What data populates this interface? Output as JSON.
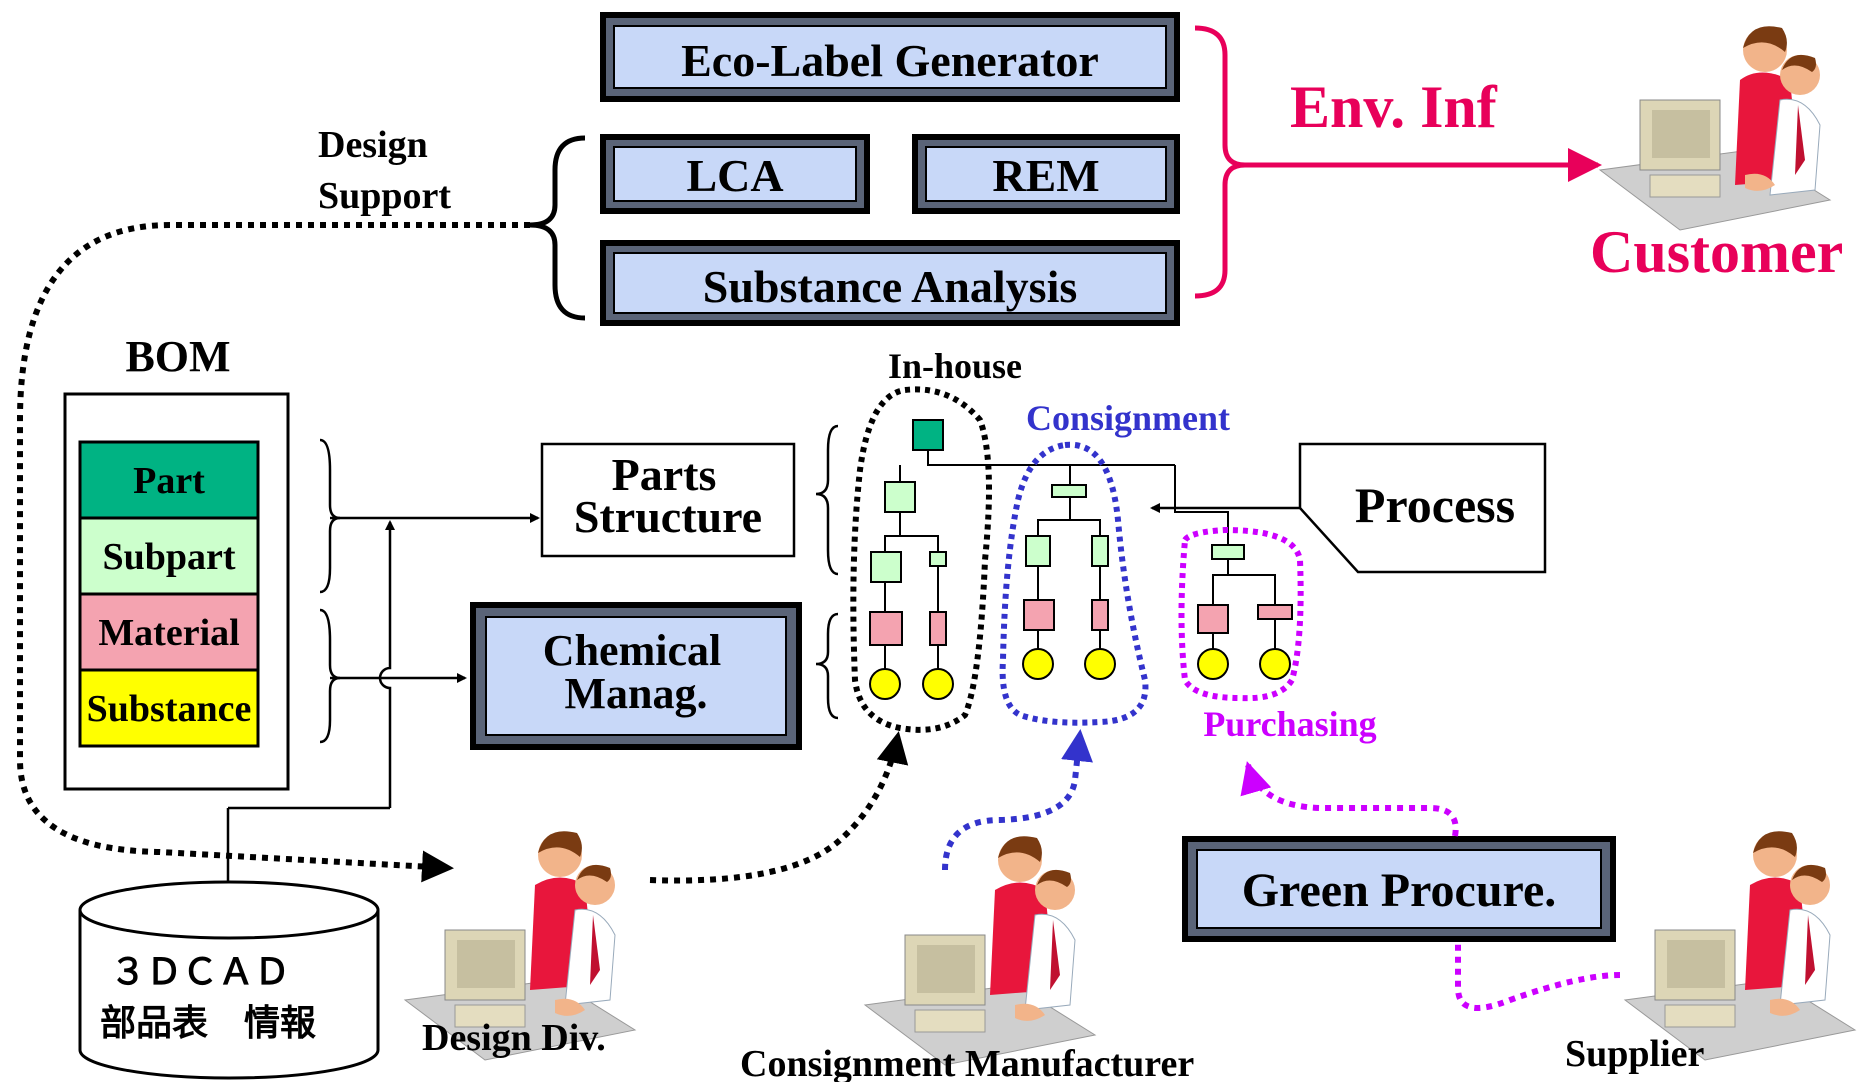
{
  "tools": {
    "eco_label": "Eco-Label Generator",
    "lca": "LCA",
    "rem": "REM",
    "substance_analysis": "Substance Analysis"
  },
  "design_support": [
    "Design",
    "Support"
  ],
  "env_inf": "Env. Inf",
  "customer": "Customer",
  "bom": {
    "title": "BOM",
    "layers": [
      {
        "label": "Part",
        "color": "#00b383"
      },
      {
        "label": "Subpart",
        "color": "#ccffcc"
      },
      {
        "label": "Material",
        "color": "#f4a3b0"
      },
      {
        "label": "Substance",
        "color": "#ffff00"
      }
    ]
  },
  "parts_structure": [
    "Parts",
    "Structure"
  ],
  "chemical_manag": [
    "Chemical",
    "Manag."
  ],
  "process": "Process",
  "groups": {
    "in_house": "In-house",
    "consignment": "Consignment",
    "purchasing": "Purchasing"
  },
  "green_procure": "Green Procure.",
  "cad": [
    "３ＤＣＡＤ",
    "部品表　情報"
  ],
  "actors": {
    "design_div": "Design Div.",
    "consignment_manufacturer": "Consignment Manufacturer",
    "supplier": "Supplier"
  },
  "colors": {
    "tool_fill": "#c8d8f8",
    "env_arrow": "#e8005a",
    "consignment": "#3333cc",
    "purchasing": "#cc00ff",
    "part_node": "#00b383",
    "subpart_node": "#ccffcc",
    "material_node": "#f4a3b0",
    "substance_node": "#ffff00"
  }
}
